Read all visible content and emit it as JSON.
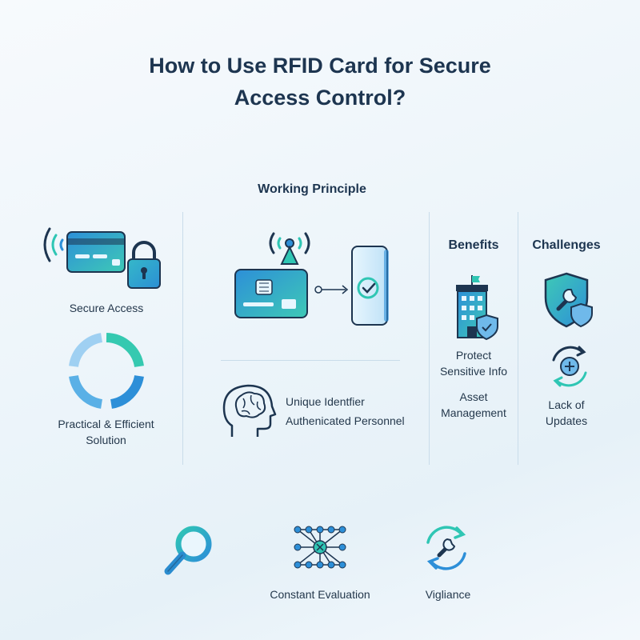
{
  "title": {
    "line1": "How to Use RFID Card for Secure",
    "line2": "Access Control?"
  },
  "working_principle": {
    "heading": "Working Principle",
    "items": [
      {
        "line1": "Unique Identfier",
        "line2": "Authenicated Personnel"
      }
    ]
  },
  "left_column": {
    "items": [
      {
        "label": "Secure Access",
        "icon": "rfid-card-lock-icon"
      },
      {
        "line1": "Practical & Efficient",
        "line2": "Solution",
        "icon": "circular-cycle-icon"
      }
    ]
  },
  "benefits": {
    "heading": "Benefits",
    "items": [
      {
        "line1": "Protect",
        "line2": "Sensitive Info",
        "icon": "building-shield-icon"
      },
      {
        "line1": "Asset",
        "line2": "Management"
      }
    ]
  },
  "challenges": {
    "heading": "Challenges",
    "items": [
      {
        "icon": "shield-wrench-icon"
      },
      {
        "line1": "Lack of",
        "line2": "Updates",
        "icon": "update-cycle-icon"
      }
    ]
  },
  "bottom": {
    "items": [
      {
        "label": "",
        "icon": "magnifier-icon"
      },
      {
        "label": "Constant Evaluation",
        "icon": "network-icon"
      },
      {
        "label": "Vigliance",
        "icon": "wrench-cycle-icon"
      }
    ]
  },
  "colors": {
    "navy": "#1d3550",
    "teal": "#2fc6b4",
    "blue": "#2d8fd8",
    "light_blue": "#8ec7ef",
    "line": "#c9dcea"
  }
}
